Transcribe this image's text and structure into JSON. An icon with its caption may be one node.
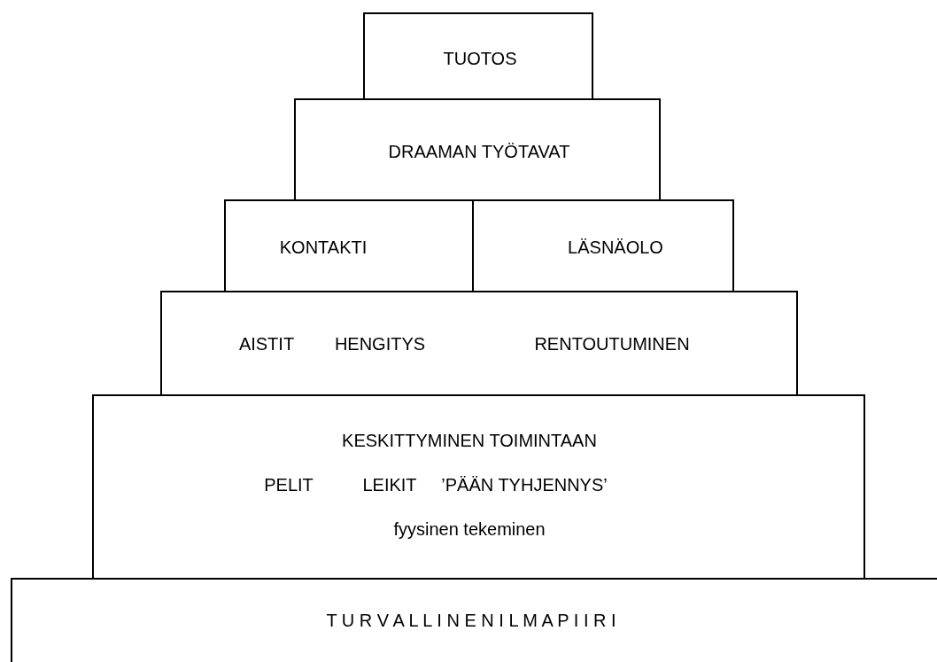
{
  "diagram": {
    "nodes": [
      {
        "text": [
          "TUOTOS"
        ]
      },
      {
        "text": [
          "DRAAMAN TYÖTAVAT"
        ]
      },
      {
        "text": [
          "KONTAKTI"
        ]
      },
      {
        "text": [
          "LÄSNÄOLO"
        ]
      },
      {
        "text": [
          "AISTIT",
          "HENGITYS",
          "RENTOUTUMINEN"
        ]
      },
      {
        "text": [
          "KESKITTYMINEN TOIMINTAAN",
          "PELIT",
          "LEIKIT",
          "’PÄÄN TYHJENNYS’",
          "fyysinen tekeminen"
        ]
      },
      {
        "text": [
          "T U R V A L L I N E N I L M A P I I R I"
        ]
      }
    ],
    "edges": []
  }
}
